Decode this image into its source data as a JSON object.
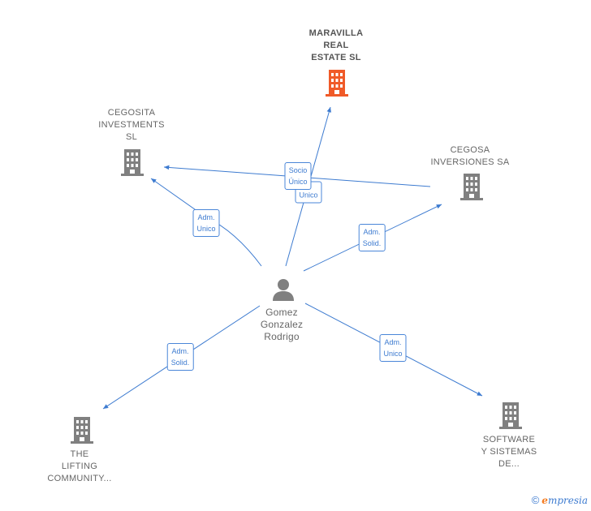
{
  "nodes": {
    "maravilla": {
      "label": "MARAVILLA\nREAL\nESTATE  SL"
    },
    "cegosita": {
      "label": "CEGOSITA\nINVESTMENTS\nSL"
    },
    "cegosa": {
      "label": "CEGOSA\nINVERSIONES SA"
    },
    "person": {
      "label": "Gomez\nGonzalez\nRodrigo"
    },
    "lifting": {
      "label": "THE\nLIFTING\nCOMMUNITY..."
    },
    "software": {
      "label": "SOFTWARE\nY SISTEMAS\nDE..."
    }
  },
  "relations": {
    "socio_unico": "Socio\nÚnico",
    "unico_behind": "Unico",
    "adm_unico_cegosita": "Adm.\nUnico",
    "adm_solid_cegosa": "Adm.\nSolid.",
    "adm_solid_lifting": "Adm.\nSolid.",
    "adm_unico_software": "Adm.\nUnico"
  },
  "footer": {
    "copyright": "©",
    "brand_e": "e",
    "brand_rest": "mpresia"
  },
  "colors": {
    "edge": "#3d7bd0",
    "building": "#808080",
    "highlight": "#f05a28",
    "person": "#808080"
  }
}
